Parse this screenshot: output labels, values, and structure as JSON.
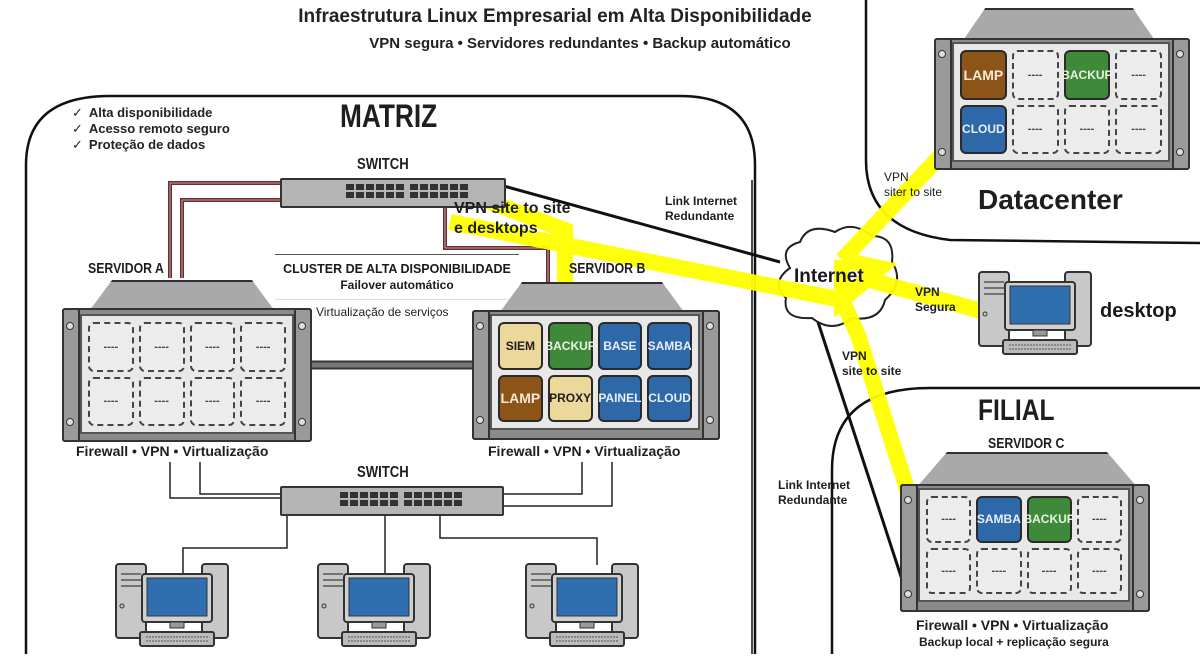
{
  "header": {
    "title": "Infraestrutura Linux Empresarial em Alta Disponibilidade",
    "subtitle": "VPN segura • Servidores redundantes • Backup automático"
  },
  "matriz": {
    "title": "MATRIZ",
    "features": [
      {
        "check": "✓",
        "label": "Alta disponibilidade"
      },
      {
        "check": "✓",
        "label": "Acesso remoto seguro"
      },
      {
        "check": "✓",
        "label": "Proteção de dados"
      }
    ],
    "top_switch_label": "SWITCH",
    "bottom_switch_label": "SWITCH",
    "cluster_title": "CLUSTER DE ALTA DISPONIBILIDADE",
    "cluster_subtitle": "Failover automático",
    "virtualization_label": "Virtualização de serviços",
    "vpn_label_line1": "VPN site to site",
    "vpn_label_line2": "e desktops",
    "link_label_line1": "Link Internet",
    "link_label_line2": "Redundante",
    "server_a": {
      "name": "SERVIDOR A",
      "caption": "Firewall • VPN • Virtualização",
      "slots": [
        {
          "label": "----",
          "type": "empty"
        },
        {
          "label": "----",
          "type": "empty"
        },
        {
          "label": "----",
          "type": "empty"
        },
        {
          "label": "----",
          "type": "empty"
        },
        {
          "label": "----",
          "type": "empty"
        },
        {
          "label": "----",
          "type": "empty"
        },
        {
          "label": "----",
          "type": "empty"
        },
        {
          "label": "----",
          "type": "empty"
        }
      ]
    },
    "server_b": {
      "name": "SERVIDOR B",
      "caption": "Firewall • VPN • Virtualização",
      "slots": [
        {
          "label": "SIEM",
          "type": "tan"
        },
        {
          "label": "BACKUP",
          "type": "green"
        },
        {
          "label": "BASE",
          "type": "blue"
        },
        {
          "label": "SAMBA",
          "type": "blue"
        },
        {
          "label": "LAMP",
          "type": "brown"
        },
        {
          "label": "PROXY",
          "type": "tan"
        },
        {
          "label": "PAINEL",
          "type": "blue"
        },
        {
          "label": "CLOUD",
          "type": "blue"
        }
      ]
    },
    "desktops_count": 3
  },
  "internet": {
    "label": "Internet",
    "vpn_datacenter_line1": "VPN",
    "vpn_datacenter_line2": "siter to site",
    "vpn_desktop_line1": "VPN",
    "vpn_desktop_line2": "Segura",
    "vpn_filial_line1": "VPN",
    "vpn_filial_line2": "site to site"
  },
  "datacenter": {
    "title": "Datacenter",
    "slots": [
      {
        "label": "LAMP",
        "type": "brown"
      },
      {
        "label": "----",
        "type": "empty"
      },
      {
        "label": "BACKUP",
        "type": "green"
      },
      {
        "label": "----",
        "type": "empty"
      },
      {
        "label": "CLOUD",
        "type": "blue"
      },
      {
        "label": "----",
        "type": "empty"
      },
      {
        "label": "----",
        "type": "empty"
      },
      {
        "label": "----",
        "type": "empty"
      }
    ]
  },
  "remote_desktop": {
    "label": "desktop"
  },
  "filial": {
    "title": "FILIAL",
    "link_label_line1": "Link Internet",
    "link_label_line2": "Redundante",
    "server_c": {
      "name": "SERVIDOR C",
      "caption": "Firewall • VPN • Virtualização",
      "subcaption": "Backup local + replicação segura",
      "slots": [
        {
          "label": "----",
          "type": "empty"
        },
        {
          "label": "SAMBA",
          "type": "blue"
        },
        {
          "label": "BACKUP",
          "type": "green"
        },
        {
          "label": "----",
          "type": "empty"
        },
        {
          "label": "----",
          "type": "empty"
        },
        {
          "label": "----",
          "type": "empty"
        },
        {
          "label": "----",
          "type": "empty"
        },
        {
          "label": "----",
          "type": "empty"
        }
      ]
    }
  },
  "colors": {
    "vpn_tunnel": "#ffff00",
    "tan": "#ecd89a",
    "green": "#3f8a3a",
    "blue": "#2e68a8",
    "brown": "#8c5417",
    "cable_red": "#6b2e2e",
    "monitor_blue": "#2f6fb0"
  }
}
